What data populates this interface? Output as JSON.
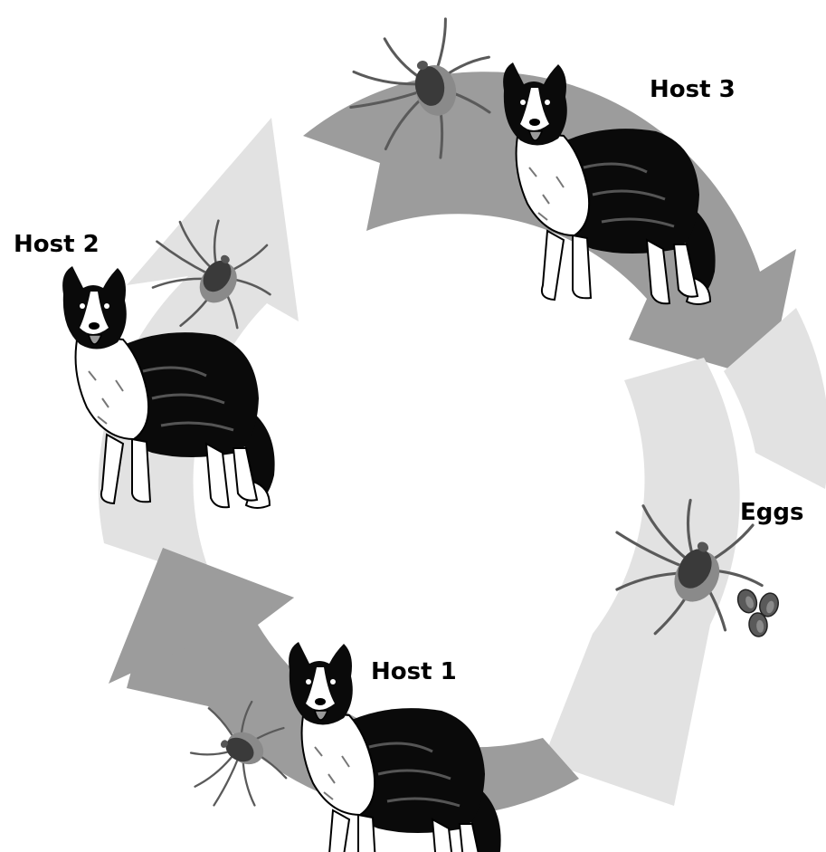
{
  "labels": {
    "host1": "Host 1",
    "host2": "Host 2",
    "host3": "Host 3",
    "eggs": "Eggs"
  },
  "colors": {
    "arrow_dark": "#9c9c9c",
    "arrow_light": "#e2e2e2",
    "dog_black": "#0a0a0a",
    "dog_white": "#ffffff",
    "tick_body": "#555555",
    "tick_dark": "#3a3a3a",
    "tick_legs": "#5a5a5a"
  },
  "icons": [
    "dog-icon",
    "tick-icon",
    "tick-eggs-icon"
  ]
}
